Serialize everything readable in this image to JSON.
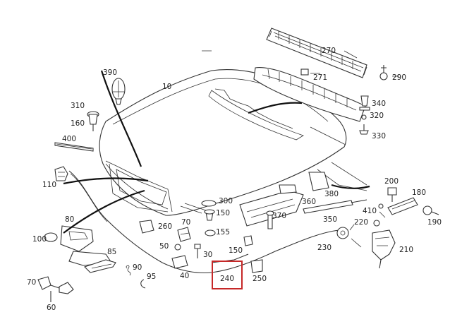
{
  "part_labels": {
    "p10": "10",
    "p30": "30",
    "p40": "40",
    "p50": "50",
    "p60": "60",
    "p70a": "70",
    "p70b": "70",
    "p80": "80",
    "p85": "85",
    "p90": "90",
    "p95": "95",
    "p100": "100",
    "p110": "110",
    "p150a": "150",
    "p150b": "150",
    "p155": "155",
    "p160": "160",
    "p180": "180",
    "p190": "190",
    "p200": "200",
    "p210": "210",
    "p220": "220",
    "p230": "230",
    "p240": "240",
    "p250": "250",
    "p260": "260",
    "p270": "270",
    "p271": "271",
    "p290": "290",
    "p300": "300",
    "p310": "310",
    "p320": "320",
    "p330": "330",
    "p340": "340",
    "p350": "350",
    "p360": "360",
    "p370": "370",
    "p380": "380",
    "p390": "390",
    "p400": "400",
    "p410": "410"
  },
  "highlight": {
    "label": "240",
    "color": "#c62828"
  }
}
